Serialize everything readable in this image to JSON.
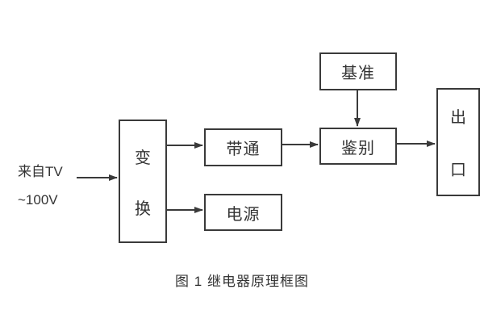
{
  "diagram": {
    "title_caption": "图 1  继电器原理框图",
    "input_label_line1": "来自TV",
    "input_label_line2": "~100V",
    "boxes": {
      "transform": {
        "label": "变换",
        "char1": "变",
        "char2": "换"
      },
      "bandpass": {
        "label": "带通"
      },
      "power": {
        "label": "电源"
      },
      "reference": {
        "label": "基准"
      },
      "discriminator": {
        "label": "鉴别"
      },
      "output": {
        "label": "出口",
        "char1": "出",
        "char2": "口"
      }
    },
    "arrows": [
      "input-to-transform",
      "transform-to-bandpass",
      "transform-to-power",
      "bandpass-to-discriminator",
      "reference-to-discriminator",
      "discriminator-to-output"
    ],
    "line_color": "#3a3a3a",
    "background_color": "#ffffff"
  }
}
